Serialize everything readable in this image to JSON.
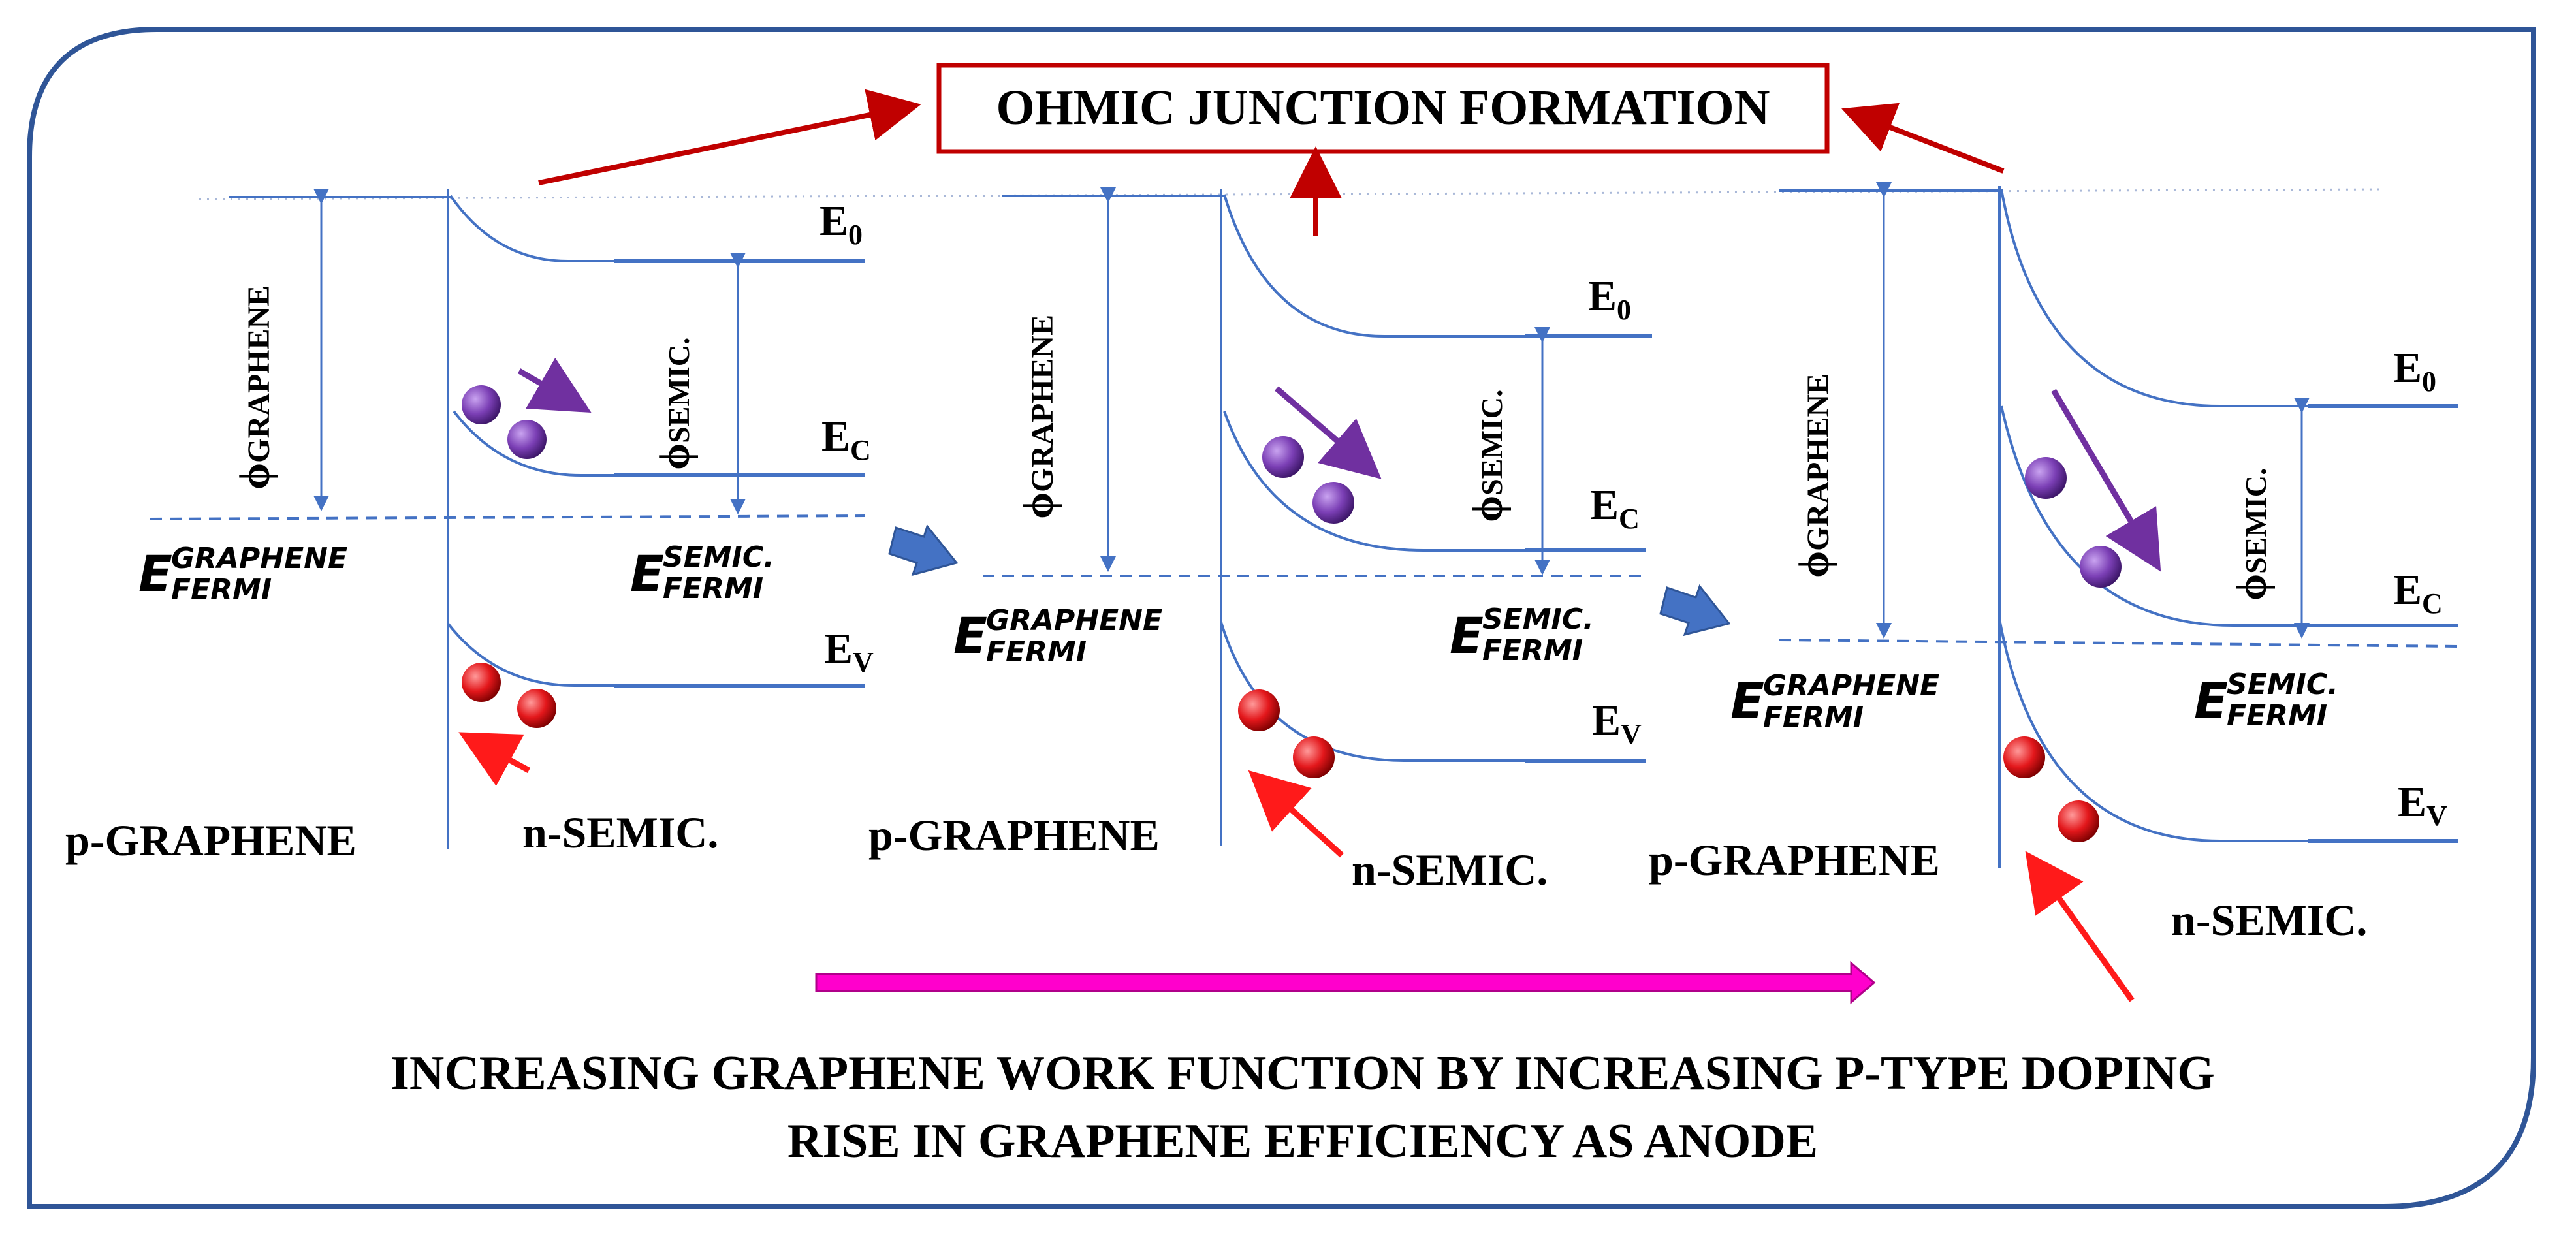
{
  "title": "OHMIC JUNCTION FORMATION",
  "caption": {
    "line1": "INCREASING GRAPHENE WORK FUNCTION BY INCREASING P-TYPE DOPING",
    "line2": "RISE IN GRAPHENE EFFICIENCY AS ANODE"
  },
  "colors": {
    "frame": "#2f5597",
    "band_line": "#4472c4",
    "title_border": "#c00000",
    "red_arrow": "#c00000",
    "hole_arrow": "#ff1a1a",
    "electron_arrow": "#7030a0",
    "electron": "#7b3fb5",
    "hole": "#e3171b",
    "progress_arrow": "#ff00cc",
    "block_arrow": "#4472c4"
  },
  "panels": [
    {
      "phi_graphene_symbol": "ϕ",
      "phi_graphene_sub": "GRAPHENE",
      "phi_semic_symbol": "ϕ",
      "phi_semic_sub": "SEMIC.",
      "e0_main": "E",
      "e0_sub": "0",
      "ec_main": "E",
      "ec_sub": "C",
      "ev_main": "E",
      "ev_sub": "V",
      "fermi_g_main": "E",
      "fermi_g_sup": "GRAPHENE",
      "fermi_g_sub": "FERMI",
      "fermi_s_main": "E",
      "fermi_s_sup": "SEMIC.",
      "fermi_s_sub": "FERMI",
      "left_label": "p-GRAPHENE",
      "right_label": "n-SEMIC."
    },
    {
      "phi_graphene_symbol": "ϕ",
      "phi_graphene_sub": "GRAPHENE",
      "phi_semic_symbol": "ϕ",
      "phi_semic_sub": "SEMIC.",
      "e0_main": "E",
      "e0_sub": "0",
      "ec_main": "E",
      "ec_sub": "C",
      "ev_main": "E",
      "ev_sub": "V",
      "fermi_g_main": "E",
      "fermi_g_sup": "GRAPHENE",
      "fermi_g_sub": "FERMI",
      "fermi_s_main": "E",
      "fermi_s_sup": "SEMIC.",
      "fermi_s_sub": "FERMI",
      "left_label": "p-GRAPHENE",
      "right_label": "n-SEMIC."
    },
    {
      "phi_graphene_symbol": "ϕ",
      "phi_graphene_sub": "GRAPHENE",
      "phi_semic_symbol": "ϕ",
      "phi_semic_sub": "SEMIC.",
      "e0_main": "E",
      "e0_sub": "0",
      "ec_main": "E",
      "ec_sub": "C",
      "ev_main": "E",
      "ev_sub": "V",
      "fermi_g_main": "E",
      "fermi_g_sup": "GRAPHENE",
      "fermi_g_sub": "FERMI",
      "fermi_s_main": "E",
      "fermi_s_sup": "SEMIC.",
      "fermi_s_sub": "FERMI",
      "left_label": "p-GRAPHENE",
      "right_label": "n-SEMIC."
    }
  ]
}
